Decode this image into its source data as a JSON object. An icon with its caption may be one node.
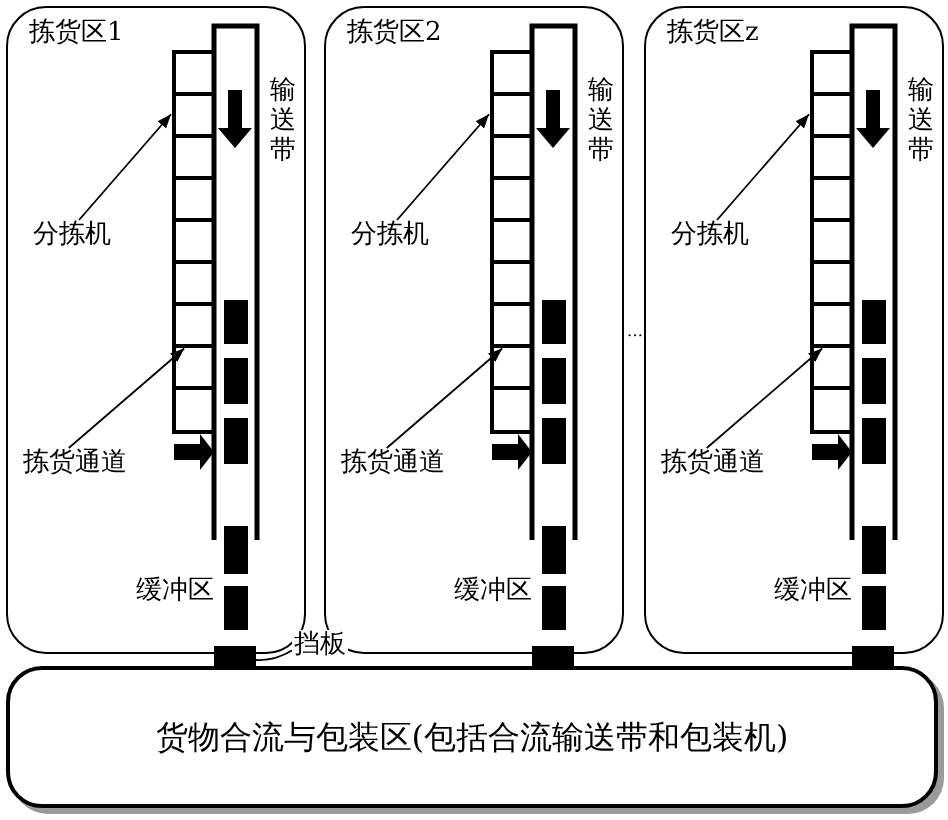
{
  "diagram": {
    "nodes": [
      {
        "text": [
          "拣货区1"
        ]
      },
      {
        "text": [],
        "shape": "box",
        "in": 0
      },
      {
        "text": [],
        "shape": "box",
        "in": 1
      },
      {
        "text": [
          "分拣机"
        ],
        "in": 0
      },
      {
        "text": [
          "拣货通道"
        ],
        "in": 0
      },
      {
        "text": [
          "拣货区2"
        ]
      },
      {
        "text": [],
        "shape": "box",
        "in": 5
      },
      {
        "text": [],
        "shape": "box",
        "in": 6
      },
      {
        "text": [
          "分拣机"
        ],
        "in": 5
      },
      {
        "text": [
          "拣货通道"
        ],
        "in": 5
      },
      {
        "text": [
          "拣货区z"
        ]
      },
      {
        "text": [],
        "shape": "box",
        "in": 10
      },
      {
        "text": [],
        "shape": "box",
        "in": 11
      },
      {
        "text": [
          "分拣机"
        ],
        "in": 10
      },
      {
        "text": [
          "拣货通道"
        ],
        "in": 10
      },
      {
        "text": [],
        "shape": "bar"
      },
      {
        "text": [
          "挡板"
        ]
      },
      {
        "text": [
          "货物合流与包装区(包括合流输送带和包装机)"
        ]
      }
    ],
    "edges": [
      {
        "from": 3,
        "to": 1,
        "arrow": "to"
      },
      {
        "from": 4,
        "to": 2,
        "arrow": "to"
      },
      {
        "from": 8,
        "to": 6,
        "arrow": "to"
      },
      {
        "from": 9,
        "to": 7,
        "arrow": "to"
      },
      {
        "from": 13,
        "to": 11,
        "arrow": "to"
      },
      {
        "from": 14,
        "to": 12,
        "arrow": "to"
      },
      {
        "from": 16,
        "to": 15,
        "arrow": "none"
      }
    ],
    "labels": [
      "输送带",
      "缓冲区",
      "输送带",
      "缓冲区",
      "…",
      "输送带",
      "缓冲区"
    ]
  }
}
